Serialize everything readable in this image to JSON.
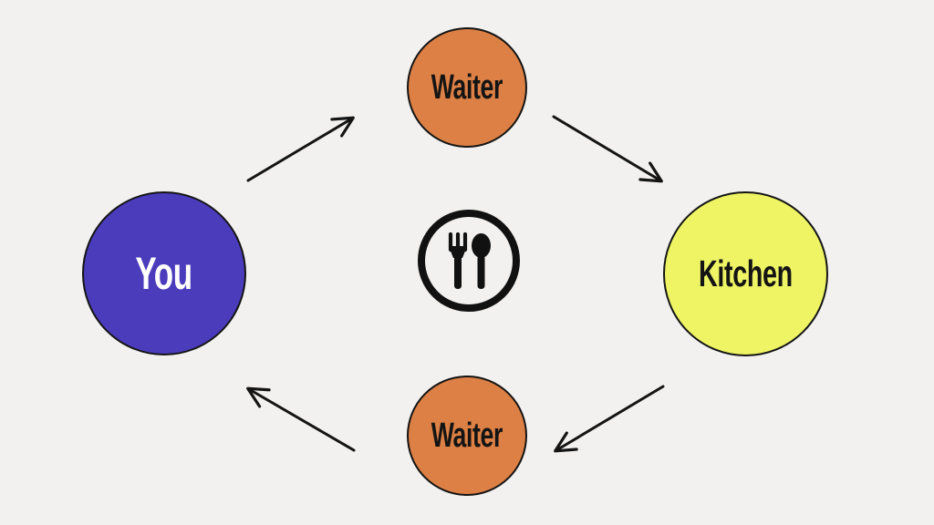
{
  "page": {
    "background_color": "#F2F1F0"
  },
  "diagram": {
    "type": "cycle-flow-diagram",
    "nodes": [
      {
        "id": "you",
        "label": "You",
        "fill": "#4B3CBC",
        "text_color": "#FFFFFF"
      },
      {
        "id": "waiter-top",
        "label": "Waiter",
        "fill": "#DC8045",
        "text_color": "#141414"
      },
      {
        "id": "kitchen",
        "label": "Kitchen",
        "fill": "#EEF464",
        "text_color": "#141414"
      },
      {
        "id": "waiter-bottom",
        "label": "Waiter",
        "fill": "#DC8045",
        "text_color": "#141414"
      }
    ],
    "edges": [
      {
        "from": "you",
        "to": "waiter-top"
      },
      {
        "from": "waiter-top",
        "to": "kitchen"
      },
      {
        "from": "kitchen",
        "to": "waiter-bottom"
      },
      {
        "from": "waiter-bottom",
        "to": "you"
      }
    ],
    "edge_color": "#141414",
    "node_border_color": "#141414",
    "center_icon": {
      "name": "fork-and-spoon-icon",
      "color": "#111111"
    }
  }
}
